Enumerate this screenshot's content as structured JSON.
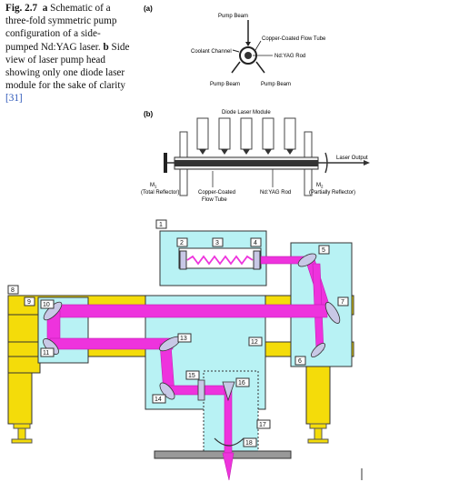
{
  "caption": {
    "fig_label": "Fig. 2.7",
    "a_label": "a",
    "a_text": "Schematic of a three-fold symmetric pump configuration of a side-pumped Nd:YAG laser.",
    "b_label": "b",
    "b_text": "Side view of laser pump head showing only one diode laser module for the sake of clarity",
    "ref": "[31]"
  },
  "panel_a": {
    "label": "(a)",
    "pump_beam_top": "Pump Beam",
    "flow_tube": "Copper-Coated Flow Tube",
    "coolant": "Coolant Channel",
    "rod": "Nd:YAG Rod",
    "pump_beam_left": "Pump Beam",
    "pump_beam_right": "Pump Beam"
  },
  "panel_b": {
    "label": "(b)",
    "diode_module": "Diode Laser Module",
    "laser_output": "Laser Output",
    "m1": "M",
    "m1_sub": "1",
    "m1_desc": "(Total Reflector)",
    "flow_tube_1": "Copper-Coated",
    "flow_tube_2": "Flow Tube",
    "rod": "Nd:YAG Rod",
    "m2": "M",
    "m2_sub": "2",
    "m2_desc": "(Partially Reflector)"
  },
  "setup": {
    "labels": [
      "1",
      "2",
      "3",
      "4",
      "5",
      "6",
      "7",
      "8",
      "9",
      "10",
      "11",
      "12",
      "13",
      "14",
      "15",
      "16",
      "17",
      "18"
    ]
  },
  "colors": {
    "beam": "#ee33dd",
    "box": "#b8f2f4",
    "rail": "#f4dc0a",
    "mirror": "#c8c8e6"
  }
}
